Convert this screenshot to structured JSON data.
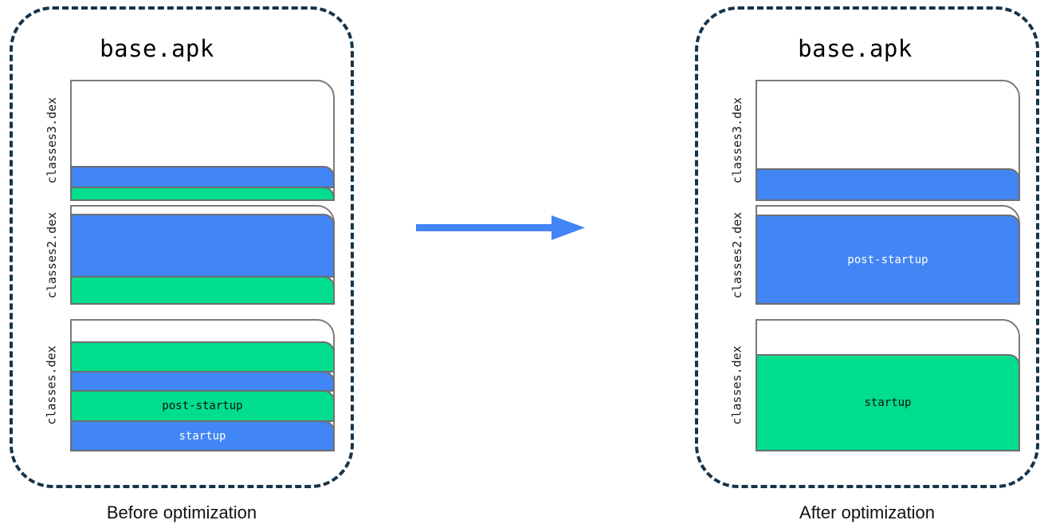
{
  "diagram": {
    "title": "base.apk dex layout before and after startup profile optimization",
    "colors": {
      "startup": "#00DD8C",
      "post_startup": "#4285F4",
      "panel_border": "#163449",
      "block_border": "#7a7a7a",
      "arrow": "#4285F4",
      "background": "#ffffff"
    },
    "arrow": {
      "name": "right-arrow",
      "direction": "right"
    }
  },
  "panels": [
    {
      "id": "before",
      "apk_title": "base.apk",
      "caption": "Before optimization",
      "dex_files": [
        {
          "label": "classes3.dex",
          "bands": [
            {
              "type": "post-startup",
              "text": ""
            },
            {
              "type": "startup",
              "text": ""
            }
          ]
        },
        {
          "label": "classes2.dex",
          "bands": [
            {
              "type": "post-startup",
              "text": ""
            },
            {
              "type": "startup",
              "text": ""
            }
          ]
        },
        {
          "label": "classes.dex",
          "bands": [
            {
              "type": "startup",
              "text": "startup"
            },
            {
              "type": "post-startup",
              "text": "post-startup"
            },
            {
              "type": "startup",
              "text": ""
            },
            {
              "type": "post-startup",
              "text": ""
            }
          ]
        }
      ]
    },
    {
      "id": "after",
      "apk_title": "base.apk",
      "caption": "After optimization",
      "dex_files": [
        {
          "label": "classes3.dex",
          "bands": [
            {
              "type": "post-startup",
              "text": ""
            }
          ]
        },
        {
          "label": "classes2.dex",
          "bands": [
            {
              "type": "post-startup",
              "text": "post-startup"
            }
          ]
        },
        {
          "label": "classes.dex",
          "bands": [
            {
              "type": "startup",
              "text": "startup"
            }
          ]
        }
      ]
    }
  ],
  "legend_terms": {
    "startup": "startup",
    "post_startup": "post-startup"
  }
}
